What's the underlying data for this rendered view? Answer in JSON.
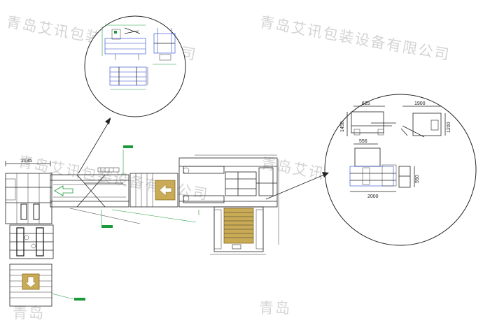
{
  "watermark": {
    "text": "青岛艾讯包装设备有限公司",
    "fragment": "青岛"
  },
  "dimensions": {
    "left_width": "2135",
    "d625": "625",
    "d1900": "1900",
    "d1450": "1450",
    "d1200": "1200",
    "d556": "556",
    "d2000": "2000",
    "d550": "550"
  },
  "colors": {
    "line": "#222222",
    "blue": "#2244cc",
    "green": "#1a9a3a",
    "cardboard": "#c9aa55",
    "arrow_block": "#8a6a1a",
    "watermark": "#d4d4d4"
  }
}
